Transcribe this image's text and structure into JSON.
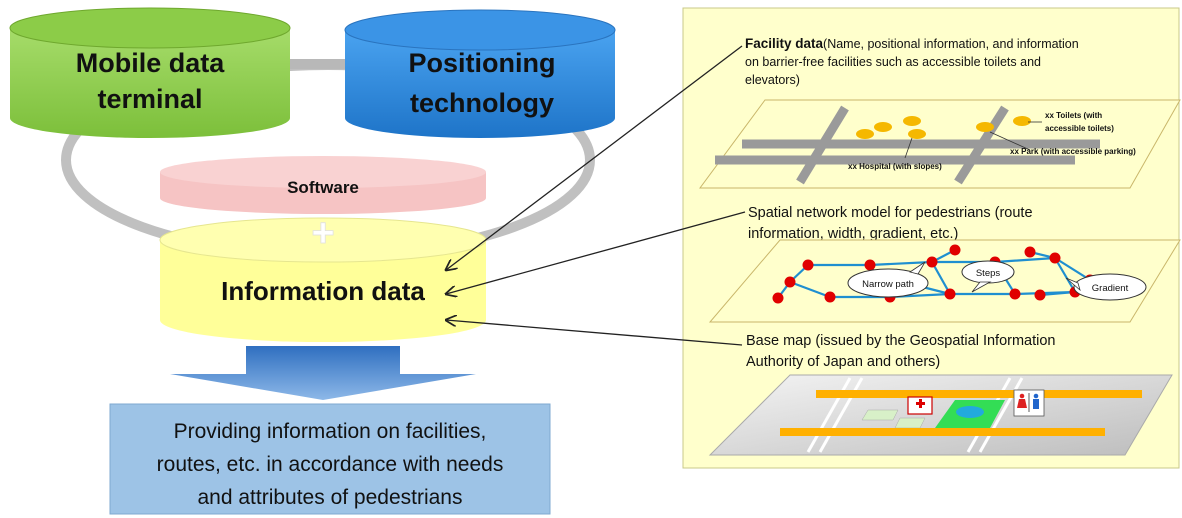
{
  "left": {
    "mobile_terminal": {
      "line1": "Mobile data",
      "line2": "terminal"
    },
    "positioning": {
      "line1": "Positioning",
      "line2": "technology"
    },
    "software": "Software",
    "plus": "+",
    "information_data": "Information data",
    "result_lines": [
      "Providing information on facilities,",
      "routes, etc. in accordance with needs",
      "and attributes of pedestrians"
    ]
  },
  "right": {
    "facility": {
      "title_bold": "Facility data",
      "title_rest": "(Name, positional information, and information",
      "line2": "on barrier-free facilities such as accessible toilets and",
      "line3": "elevators)",
      "labels": {
        "toilets_line1": "xx Toilets (with",
        "toilets_line2": "accessible toilets)",
        "park": "xx Park (with accessible parking)",
        "hospital": "xx Hospital (with slopes)"
      }
    },
    "network": {
      "line1": "Spatial network model for pedestrians (route",
      "line2": "information, width, gradient, etc.)",
      "callouts": {
        "narrow": "Narrow path",
        "steps": "Steps",
        "gradient": "Gradient"
      }
    },
    "basemap": {
      "line1": "Base map (issued by the Geospatial Information",
      "line2": "Authority of Japan and others)"
    }
  },
  "colors": {
    "green": "#92d050",
    "blue": "#2e86de",
    "pink": "#f8c8c8",
    "yellow": "#ffff99",
    "panel": "#ffffcc",
    "result_box": "#9dc3e6",
    "node": "#e00000",
    "edge": "#1f8fd0",
    "road": "#ffb000"
  },
  "icons": [
    "hospital-sign-icon",
    "restroom-sign-icon"
  ]
}
